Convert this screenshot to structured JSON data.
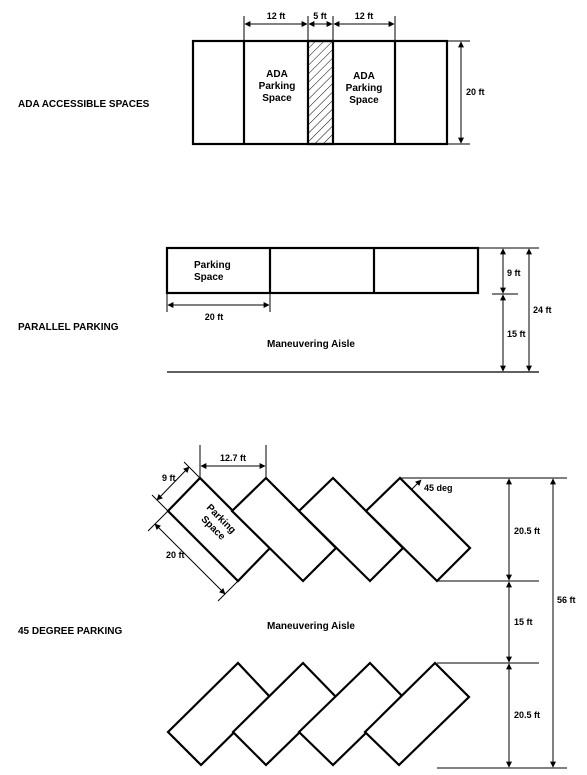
{
  "ada": {
    "section_label": "ADA ACCESSIBLE SPACES",
    "dim_left": "12 ft",
    "dim_mid": "5 ft",
    "dim_right": "12 ft",
    "dim_height": "20 ft",
    "space_line1": "ADA",
    "space_line2": "Parking",
    "space_line3": "Space"
  },
  "parallel": {
    "section_label": "PARALLEL PARKING",
    "space_line1": "Parking",
    "space_line2": "Space",
    "dim_length": "20 ft",
    "dim_depth": "9 ft",
    "dim_aisle": "15 ft",
    "dim_total": "24 ft",
    "aisle_label": "Maneuvering Aisle"
  },
  "angled": {
    "section_label": "45 DEGREE PARKING",
    "dim_width": "9 ft",
    "dim_span": "12.7 ft",
    "dim_length": "20 ft",
    "dim_angle": "45 deg",
    "dim_row_top": "20.5 ft",
    "dim_aisle": "15 ft",
    "dim_row_bottom": "20.5 ft",
    "dim_total": "56 ft",
    "space_line1": "Parking",
    "space_line2": "Space",
    "aisle_label": "Maneuvering Aisle"
  }
}
